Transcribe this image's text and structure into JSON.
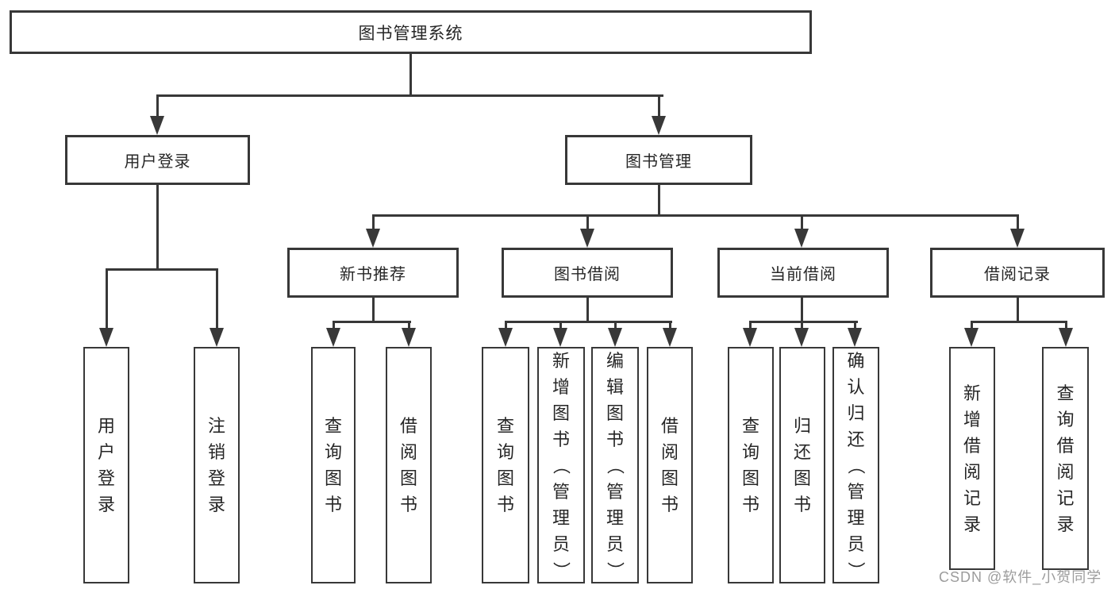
{
  "diagram": {
    "watermark": "CSDN @软件_小贺同学",
    "colors": {
      "line": "#383838",
      "box_border": "#383838",
      "text": "#262626",
      "background": "#ffffff",
      "watermark": "#919191"
    },
    "nodes": [
      {
        "id": "root",
        "label": "图书管理系统",
        "level": 1,
        "orientation": "horizontal"
      },
      {
        "id": "user-login-group",
        "label": "用户登录",
        "level": 2,
        "orientation": "horizontal"
      },
      {
        "id": "book-management",
        "label": "图书管理",
        "level": 2,
        "orientation": "horizontal"
      },
      {
        "id": "new-book-recommend",
        "label": "新书推荐",
        "level": 3,
        "orientation": "horizontal"
      },
      {
        "id": "book-borrow",
        "label": "图书借阅",
        "level": 3,
        "orientation": "horizontal"
      },
      {
        "id": "current-borrow",
        "label": "当前借阅",
        "level": 3,
        "orientation": "horizontal"
      },
      {
        "id": "borrow-records",
        "label": "借阅记录",
        "level": 3,
        "orientation": "horizontal"
      },
      {
        "id": "leaf-user-login",
        "label": "用户登录",
        "level": 4,
        "orientation": "vertical"
      },
      {
        "id": "leaf-logout",
        "label": "注销登录",
        "level": 4,
        "orientation": "vertical"
      },
      {
        "id": "leaf-nb-query",
        "label": "查询图书",
        "level": 4,
        "orientation": "vertical"
      },
      {
        "id": "leaf-nb-borrow",
        "label": "借阅图书",
        "level": 4,
        "orientation": "vertical"
      },
      {
        "id": "leaf-bb-query",
        "label": "查询图书",
        "level": 4,
        "orientation": "vertical"
      },
      {
        "id": "leaf-bb-add",
        "label": "新增图书（管理员）",
        "level": 4,
        "orientation": "vertical"
      },
      {
        "id": "leaf-bb-edit",
        "label": "编辑图书（管理员）",
        "level": 4,
        "orientation": "vertical"
      },
      {
        "id": "leaf-bb-borrow",
        "label": "借阅图书",
        "level": 4,
        "orientation": "vertical"
      },
      {
        "id": "leaf-cb-query",
        "label": "查询图书",
        "level": 4,
        "orientation": "vertical"
      },
      {
        "id": "leaf-cb-return",
        "label": "归还图书",
        "level": 4,
        "orientation": "vertical"
      },
      {
        "id": "leaf-cb-confirm",
        "label": "确认归还（管理员）",
        "level": 4,
        "orientation": "vertical"
      },
      {
        "id": "leaf-br-add",
        "label": "新增借阅记录",
        "level": 4,
        "orientation": "vertical"
      },
      {
        "id": "leaf-br-query",
        "label": "查询借阅记录",
        "level": 4,
        "orientation": "vertical"
      }
    ],
    "edges": [
      [
        "root",
        "user-login-group"
      ],
      [
        "root",
        "book-management"
      ],
      [
        "user-login-group",
        "leaf-user-login"
      ],
      [
        "user-login-group",
        "leaf-logout"
      ],
      [
        "book-management",
        "new-book-recommend"
      ],
      [
        "book-management",
        "book-borrow"
      ],
      [
        "book-management",
        "current-borrow"
      ],
      [
        "book-management",
        "borrow-records"
      ],
      [
        "new-book-recommend",
        "leaf-nb-query"
      ],
      [
        "new-book-recommend",
        "leaf-nb-borrow"
      ],
      [
        "book-borrow",
        "leaf-bb-query"
      ],
      [
        "book-borrow",
        "leaf-bb-add"
      ],
      [
        "book-borrow",
        "leaf-bb-edit"
      ],
      [
        "book-borrow",
        "leaf-bb-borrow"
      ],
      [
        "current-borrow",
        "leaf-cb-query"
      ],
      [
        "current-borrow",
        "leaf-cb-return"
      ],
      [
        "current-borrow",
        "leaf-cb-confirm"
      ],
      [
        "borrow-records",
        "leaf-br-add"
      ],
      [
        "borrow-records",
        "leaf-br-query"
      ]
    ]
  }
}
